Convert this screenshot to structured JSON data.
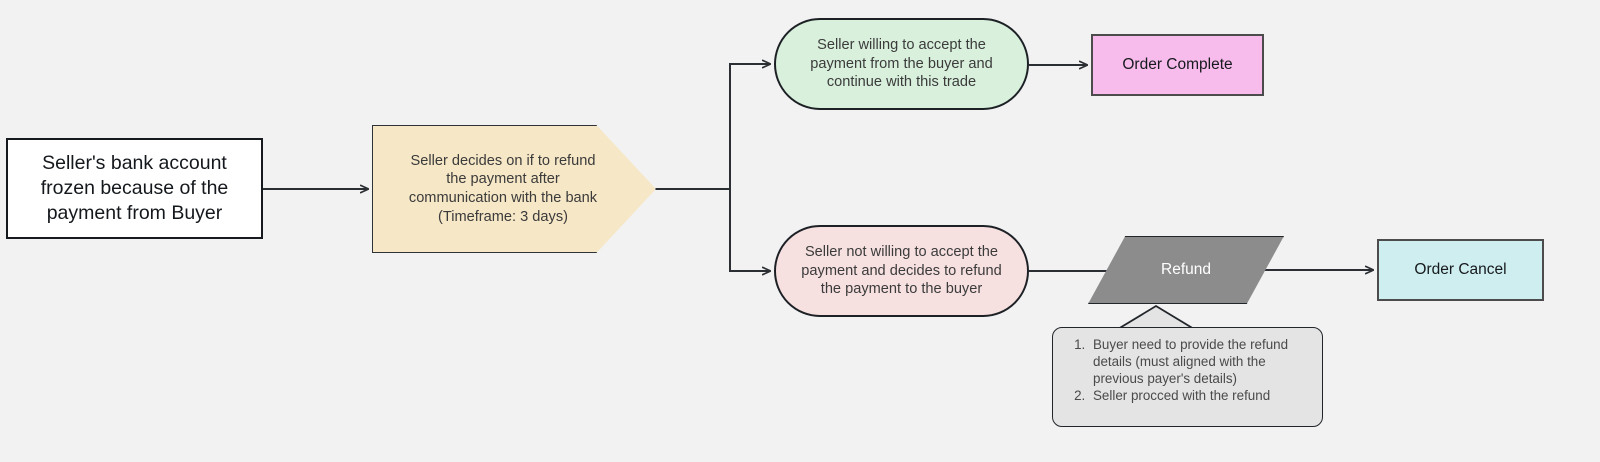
{
  "diagram": {
    "title": "Seller bank account frozen refund flow",
    "background_color": "#f2f2f3",
    "nodes": {
      "start": {
        "label": "Seller's bank account\nfrozen because of the\npayment from Buyer",
        "shape": "rectangle",
        "fill": "#ffffff",
        "stroke": "#16191d"
      },
      "decision": {
        "label": "Seller decides on if to refund\nthe payment after\ncommunication with the bank\n(Timeframe: 3 days)",
        "shape": "flag-pentagon",
        "fill": "#f6e7c6",
        "stroke": "#2f3337"
      },
      "accept": {
        "label": "Seller willing to accept the\npayment from the buyer and\ncontinue with this trade",
        "shape": "stadium",
        "fill": "#d8f0dc",
        "stroke": "#1d2125"
      },
      "refuse": {
        "label": "Seller not willing to accept the\npayment and decides to refund\nthe payment to the buyer",
        "shape": "stadium",
        "fill": "#f7e0e0",
        "stroke": "#1d2125"
      },
      "order_complete": {
        "label": "Order Complete",
        "shape": "rectangle",
        "fill": "#f7bcec",
        "stroke": "#4c4c4c"
      },
      "refund": {
        "label": "Refund",
        "shape": "parallelogram",
        "fill": "#8c8c8c",
        "stroke": "#22262a",
        "text_color": "#ffffff"
      },
      "order_cancel": {
        "label": "Order Cancel",
        "shape": "rectangle",
        "fill": "#cfeef0",
        "stroke": "#4c4c4c"
      },
      "note": {
        "items": [
          "Buyer need to provide the refund details (must aligned with the previous payer's details)",
          "Seller procced with the refund"
        ],
        "shape": "callout",
        "fill": "#e4e4e4",
        "stroke": "#22262a"
      }
    },
    "edges": [
      {
        "from": "start",
        "to": "decision",
        "style": "straight-arrow"
      },
      {
        "from": "decision",
        "to": "accept",
        "style": "orthogonal-arrow"
      },
      {
        "from": "decision",
        "to": "refuse",
        "style": "orthogonal-arrow"
      },
      {
        "from": "accept",
        "to": "order_complete",
        "style": "straight-arrow"
      },
      {
        "from": "refuse",
        "to": "refund",
        "style": "straight-arrow"
      },
      {
        "from": "refund",
        "to": "order_cancel",
        "style": "straight-arrow"
      },
      {
        "from": "note",
        "to": "refund",
        "style": "callout-pointer"
      }
    ]
  }
}
